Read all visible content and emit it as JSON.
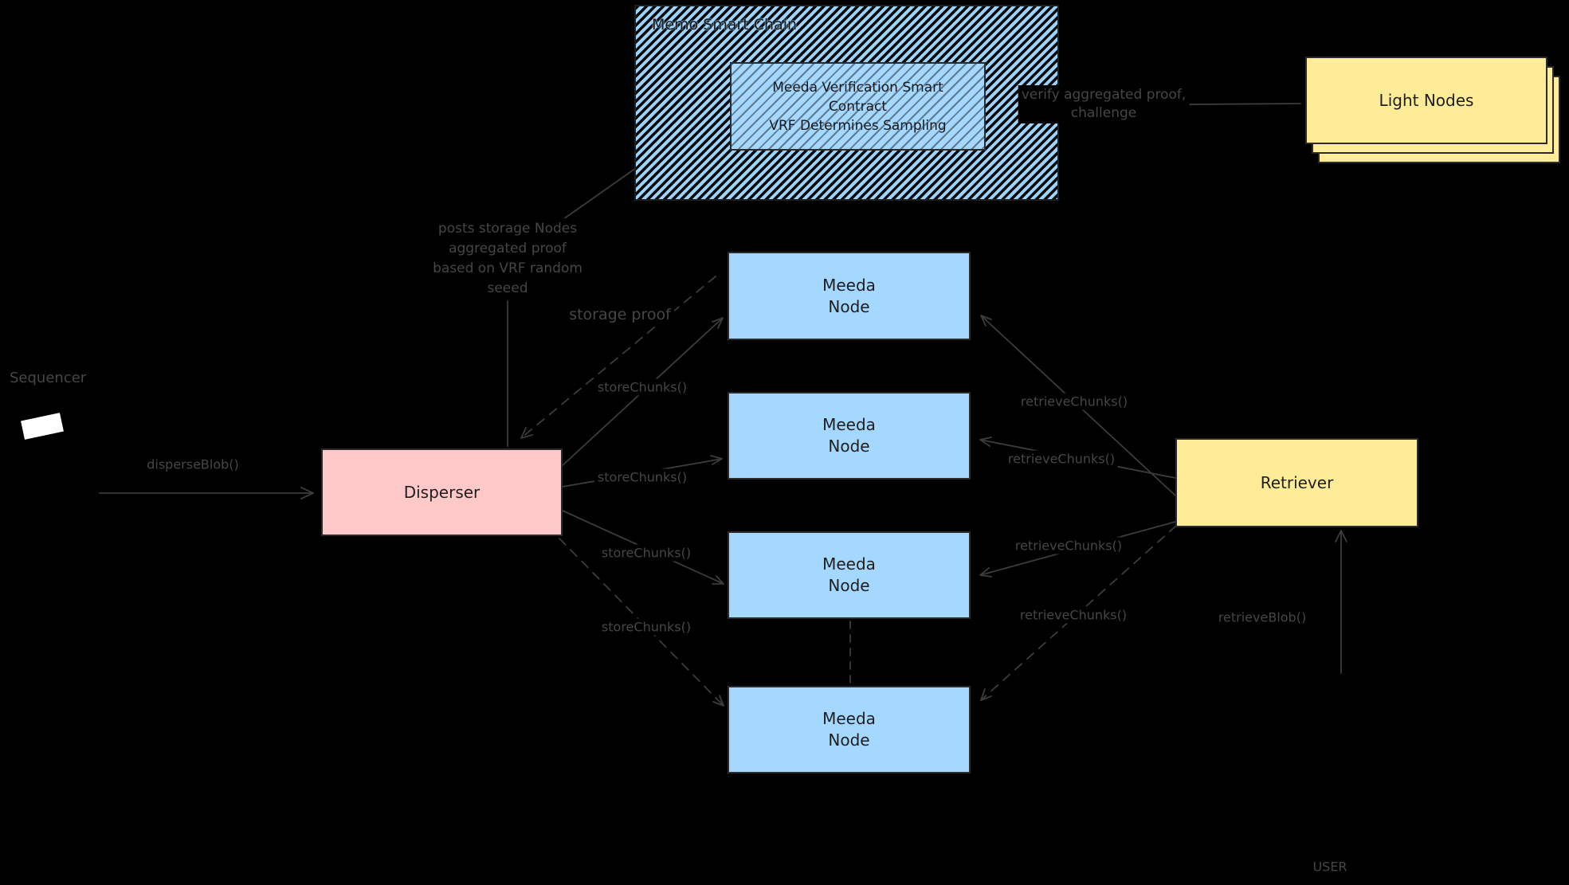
{
  "chain": {
    "title": "Memo Smart Chain",
    "contract_lines": [
      "Meeda Verification Smart",
      "Contract",
      "VRF Determines Sampling"
    ]
  },
  "boxes": {
    "light_nodes": "Light Nodes",
    "disperser": "Disperser",
    "retriever": "Retriever",
    "meeda_node_line1": "Meeda",
    "meeda_node_line2": "Node"
  },
  "actors": {
    "sequencer": "Sequencer",
    "user": "USER"
  },
  "edge_labels": {
    "disperse_blob": "disperseBlob()",
    "store_chunks": "storeChunks()",
    "retrieve_chunks": "retrieveChunks()",
    "storage_proof": "storage proof",
    "retrieve_blob": "retrieveBlob()",
    "posts_proof_lines": [
      "posts storage Nodes",
      "aggregated proof",
      "based on VRF random",
      "seeed"
    ],
    "verify_lines": [
      "verify aggregated proof,",
      "challenge"
    ]
  },
  "colors": {
    "background": "#000000",
    "node_blue": "#a5d8ff",
    "disperser_pink": "#ffc9c9",
    "retriever_yellow": "#ffec99",
    "stroke_gray": "#3c3c3c",
    "ink_dark": "#1e1e1e"
  }
}
